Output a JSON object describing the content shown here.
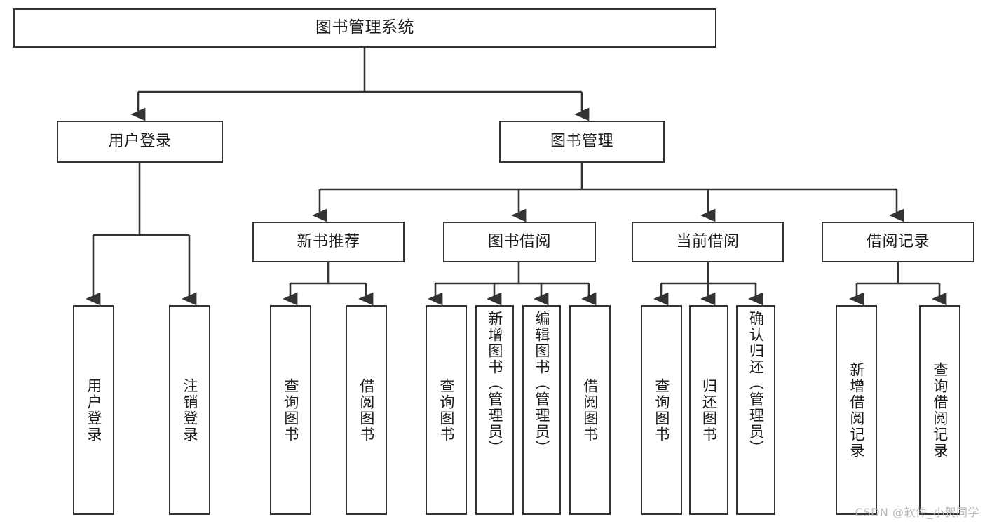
{
  "diagram": {
    "title": "图书管理系统",
    "type": "tree-hierarchy",
    "watermark": "CSDN @软件_小贺同学",
    "colors": {
      "stroke": "#333333",
      "fill": "#ffffff",
      "text": "#1b1b1b",
      "watermark": "#b9b9b9"
    },
    "levels": {
      "root": {
        "label": "图书管理系统"
      },
      "level2": [
        {
          "label": "用户登录"
        },
        {
          "label": "图书管理"
        }
      ],
      "level3": [
        {
          "label": "新书推荐"
        },
        {
          "label": "图书借阅"
        },
        {
          "label": "当前借阅"
        },
        {
          "label": "借阅记录"
        }
      ],
      "leaves": {
        "user_login": [
          {
            "label": "用户登录"
          },
          {
            "label": "注销登录"
          }
        ],
        "new_book_recommend": [
          {
            "label": "查询图书"
          },
          {
            "label": "借阅图书"
          }
        ],
        "book_borrow": [
          {
            "label": "查询图书"
          },
          {
            "label": "新增图书（管理员）"
          },
          {
            "label": "编辑图书（管理员）"
          },
          {
            "label": "借阅图书"
          }
        ],
        "current_borrow": [
          {
            "label": "查询图书"
          },
          {
            "label": "归还图书"
          },
          {
            "label": "确认归还（管理员）"
          }
        ],
        "borrow_record": [
          {
            "label": "新增借阅记录"
          },
          {
            "label": "查询借阅记录"
          }
        ]
      }
    }
  }
}
